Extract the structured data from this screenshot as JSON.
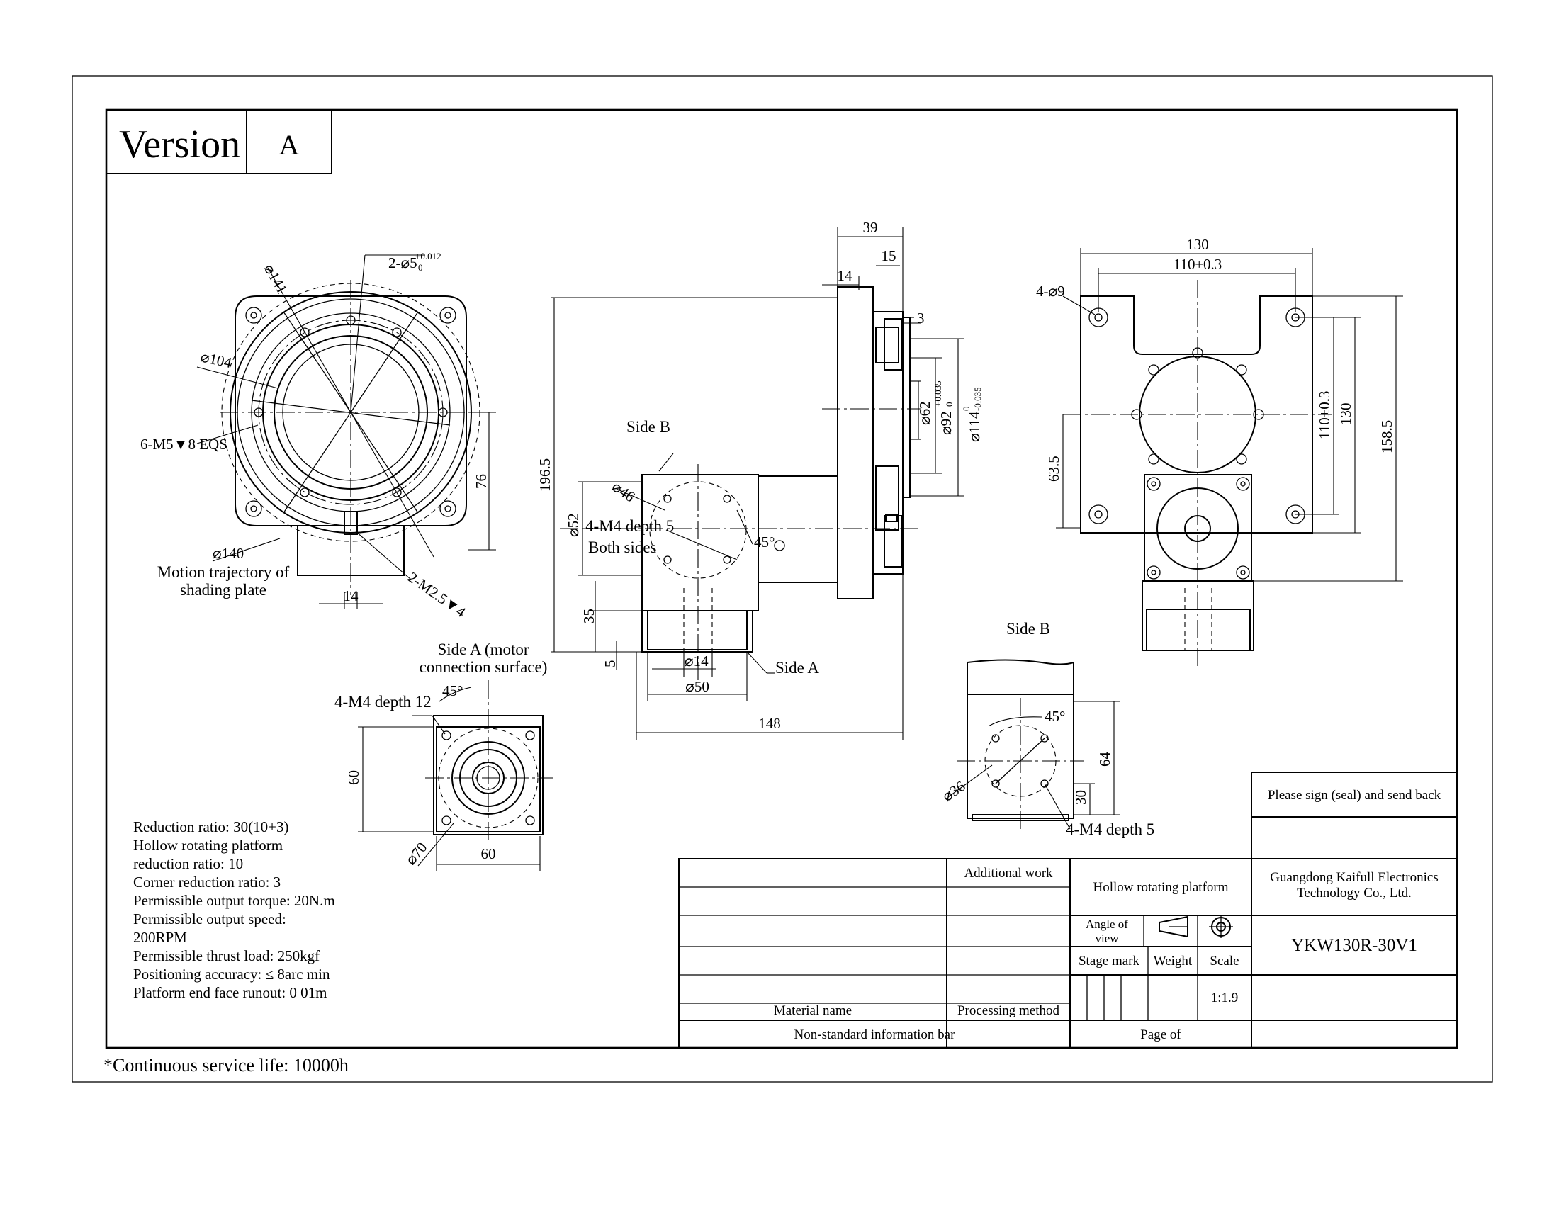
{
  "version_block": {
    "label": "Version",
    "value": "A"
  },
  "front_view": {
    "dim_phi141": "⌀141",
    "dim_pin_holes": "2-⌀5",
    "dim_pin_tol_upper": "+0.012",
    "dim_pin_tol_lower": "0",
    "dim_phi104": "⌀104",
    "dim_screws": "6-M5▼8 EQS",
    "dim_76": "76",
    "dim_phi140": "⌀140",
    "note_trajectory_1": "Motion trajectory of",
    "note_trajectory_2": "shading plate",
    "dim_14": "14",
    "dim_m25": "2-M2.5▼4"
  },
  "side_view": {
    "dim_39": "39",
    "dim_14": "14",
    "dim_15": "15",
    "dim_3": "3",
    "dim_196_5": "196.5",
    "dim_phi62": "⌀62",
    "dim_phi92": "⌀92",
    "dim_phi92_tol_upper": "+0.035",
    "dim_phi92_tol_lower": "0",
    "dim_phi114": "⌀114",
    "dim_phi114_tol_upper": "0",
    "dim_phi114_tol_lower": "-0.035",
    "label_side_b": "Side B",
    "dim_phi46": "⌀46",
    "dim_phi52": "⌀52",
    "note_m4_depth": "4-M4 depth 5",
    "note_both_sides": "Both sides",
    "dim_45": "45°",
    "dim_35": "35",
    "dim_5": "5",
    "dim_phi14": "⌀14",
    "dim_phi50": "⌀50",
    "label_side_a": "Side A",
    "dim_148": "148"
  },
  "top_view": {
    "dim_130_top": "130",
    "dim_110": "110±0.3",
    "dim_holes": "4-⌀9",
    "dim_63_5": "63.5",
    "dim_110_v": "110±0.3",
    "dim_130_v": "130",
    "dim_158_5": "158.5"
  },
  "side_a_view": {
    "title_1": "Side A (motor",
    "title_2": "connection surface)",
    "note_m4": "4-M4 depth 12",
    "dim_45": "45°",
    "dim_60_v": "60",
    "dim_60_h": "60",
    "dim_phi70": "⌀70"
  },
  "side_b_view": {
    "title": "Side B",
    "dim_45": "45°",
    "dim_phi36": "⌀36",
    "dim_64": "64",
    "dim_30": "30",
    "note_m4": "4-M4 depth 5"
  },
  "specs": [
    "Reduction ratio: 30(10+3)",
    "Hollow rotating platform",
    "reduction ratio: 10",
    "Corner reduction ratio: 3",
    "Permissible output torque: 20N.m",
    "Permissible output speed:",
    "200RPM",
    "Permissible thrust load: 250kgf",
    "Positioning accuracy: ≤ 8arc min",
    "Platform end face runout: 0 01m"
  ],
  "footer_note": "*Continuous service life: 10000h",
  "title_block": {
    "sign_note": "Please sign (seal) and send back",
    "additional_work": "Additional work",
    "product_name": "Hollow rotating platform",
    "company_1": "Guangdong Kaifull Electronics",
    "company_2": "Technology Co., Ltd.",
    "angle_of_view_1": "Angle of",
    "angle_of_view_2": "view",
    "model": "YKW130R-30V1",
    "stage_mark": "Stage mark",
    "weight": "Weight",
    "scale_label": "Scale",
    "scale_value": "1:1.9",
    "material_name": "Material name",
    "processing_method": "Processing method",
    "non_standard": "Non-standard information bar",
    "page_of": "Page of"
  }
}
